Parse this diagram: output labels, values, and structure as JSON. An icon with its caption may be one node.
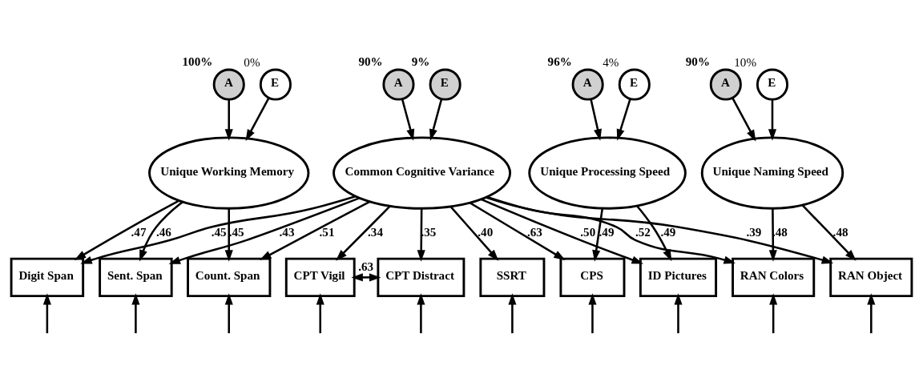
{
  "diagram": {
    "nodes": [
      {
        "text": [
          "A"
        ],
        "beside": [
          "100%"
        ]
      },
      {
        "text": [
          "E"
        ],
        "beside": [
          "0%"
        ]
      },
      {
        "text": [
          "A"
        ],
        "beside": [
          "90%"
        ]
      },
      {
        "text": [
          "E"
        ],
        "beside": [
          "9%"
        ]
      },
      {
        "text": [
          "A"
        ],
        "beside": [
          "96%"
        ]
      },
      {
        "text": [
          "E"
        ],
        "beside": [
          "4%"
        ]
      },
      {
        "text": [
          "A"
        ],
        "beside": [
          "90%"
        ]
      },
      {
        "text": [
          "E"
        ],
        "beside": [
          "10%"
        ]
      },
      {
        "text": [
          "Unique Working Memory"
        ]
      },
      {
        "text": [
          "Common Cognitive Variance"
        ]
      },
      {
        "text": [
          "Unique Processing Speed"
        ]
      },
      {
        "text": [
          "Unique Naming Speed"
        ]
      },
      {
        "text": [
          "Digit Span"
        ]
      },
      {
        "text": [
          "Sent. Span"
        ]
      },
      {
        "text": [
          "Count. Span"
        ]
      },
      {
        "text": [
          "CPT Vigil"
        ]
      },
      {
        "text": [
          "CPT Distract"
        ]
      },
      {
        "text": [
          "SSRT"
        ]
      },
      {
        "text": [
          "CPS"
        ]
      },
      {
        "text": [
          "ID Pictures"
        ]
      },
      {
        "text": [
          "RAN Colors"
        ]
      },
      {
        "text": [
          "RAN Object"
        ]
      }
    ],
    "edges": [
      {
        "from": 0,
        "to": 8,
        "arrow": "to"
      },
      {
        "from": 1,
        "to": 8,
        "arrow": "to"
      },
      {
        "from": 2,
        "to": 9,
        "arrow": "to"
      },
      {
        "from": 3,
        "to": 9,
        "arrow": "to"
      },
      {
        "from": 4,
        "to": 10,
        "arrow": "to"
      },
      {
        "from": 5,
        "to": 10,
        "arrow": "to"
      },
      {
        "from": 6,
        "to": 11,
        "arrow": "to"
      },
      {
        "from": 7,
        "to": 11,
        "arrow": "to"
      },
      {
        "from": 8,
        "to": 12,
        "arrow": "to",
        "label": ".47"
      },
      {
        "from": 8,
        "to": 13,
        "arrow": "to",
        "label": ".46"
      },
      {
        "from": 8,
        "to": 14,
        "arrow": "to",
        "label": ".45"
      },
      {
        "from": 9,
        "to": 12,
        "arrow": "to",
        "label": ".45"
      },
      {
        "from": 9,
        "to": 13,
        "arrow": "to",
        "label": ".43"
      },
      {
        "from": 9,
        "to": 14,
        "arrow": "to",
        "label": ".51"
      },
      {
        "from": 9,
        "to": 15,
        "arrow": "to",
        "label": ".34"
      },
      {
        "from": 9,
        "to": 16,
        "arrow": "to",
        "label": ".35"
      },
      {
        "from": 9,
        "to": 17,
        "arrow": "to",
        "label": ".40"
      },
      {
        "from": 9,
        "to": 18,
        "arrow": "to",
        "label": ".63"
      },
      {
        "from": 9,
        "to": 19,
        "arrow": "to",
        "label": ".50"
      },
      {
        "from": 9,
        "to": 20,
        "arrow": "to",
        "label": ".52"
      },
      {
        "from": 9,
        "to": 21,
        "arrow": "to",
        "label": ".39"
      },
      {
        "from": 10,
        "to": 18,
        "arrow": "to",
        "label": ".49"
      },
      {
        "from": 10,
        "to": 19,
        "arrow": "to",
        "label": ".49"
      },
      {
        "from": 11,
        "to": 20,
        "arrow": "to",
        "label": ".48"
      },
      {
        "from": 11,
        "to": 21,
        "arrow": "to",
        "label": ".48"
      },
      {
        "from": null,
        "to": 12,
        "arrow": "to"
      },
      {
        "from": null,
        "to": 13,
        "arrow": "to"
      },
      {
        "from": null,
        "to": 14,
        "arrow": "to"
      },
      {
        "from": null,
        "to": 15,
        "arrow": "to"
      },
      {
        "from": null,
        "to": 16,
        "arrow": "to"
      },
      {
        "from": null,
        "to": 17,
        "arrow": "to"
      },
      {
        "from": null,
        "to": 18,
        "arrow": "to"
      },
      {
        "from": null,
        "to": 19,
        "arrow": "to"
      },
      {
        "from": null,
        "to": 20,
        "arrow": "to"
      },
      {
        "from": null,
        "to": 21,
        "arrow": "to"
      },
      {
        "from": 15,
        "to": 16,
        "arrow": "both",
        "label": ".63"
      }
    ]
  }
}
